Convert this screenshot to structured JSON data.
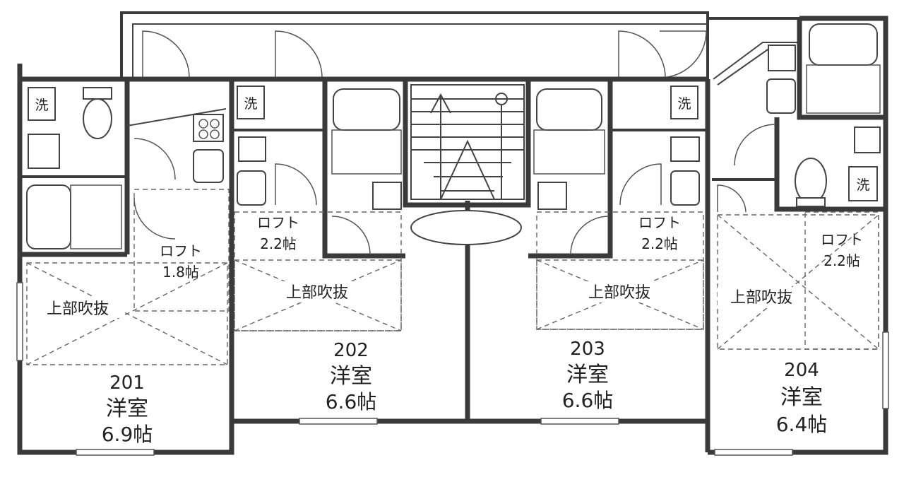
{
  "units": [
    {
      "id": "201",
      "room": "洋室",
      "area": "6.9帖",
      "loft_label": "ロフト",
      "loft_area": "1.8帖",
      "open_label": "上部吹抜",
      "washer_label": "洗"
    },
    {
      "id": "202",
      "room": "洋室",
      "area": "6.6帖",
      "loft_label": "ロフト",
      "loft_area": "2.2帖",
      "open_label": "上部吹抜",
      "washer_label": "洗"
    },
    {
      "id": "203",
      "room": "洋室",
      "area": "6.6帖",
      "loft_label": "ロフト",
      "loft_area": "2.2帖",
      "open_label": "上部吹抜",
      "washer_label": "洗"
    },
    {
      "id": "204",
      "room": "洋室",
      "area": "6.4帖",
      "loft_label": "ロフト",
      "loft_area": "2.2帖",
      "open_label": "上部吹抜",
      "washer_label": "洗"
    }
  ],
  "colors": {
    "wall": "#3a3a3a",
    "line": "#444444",
    "background": "#ffffff"
  }
}
